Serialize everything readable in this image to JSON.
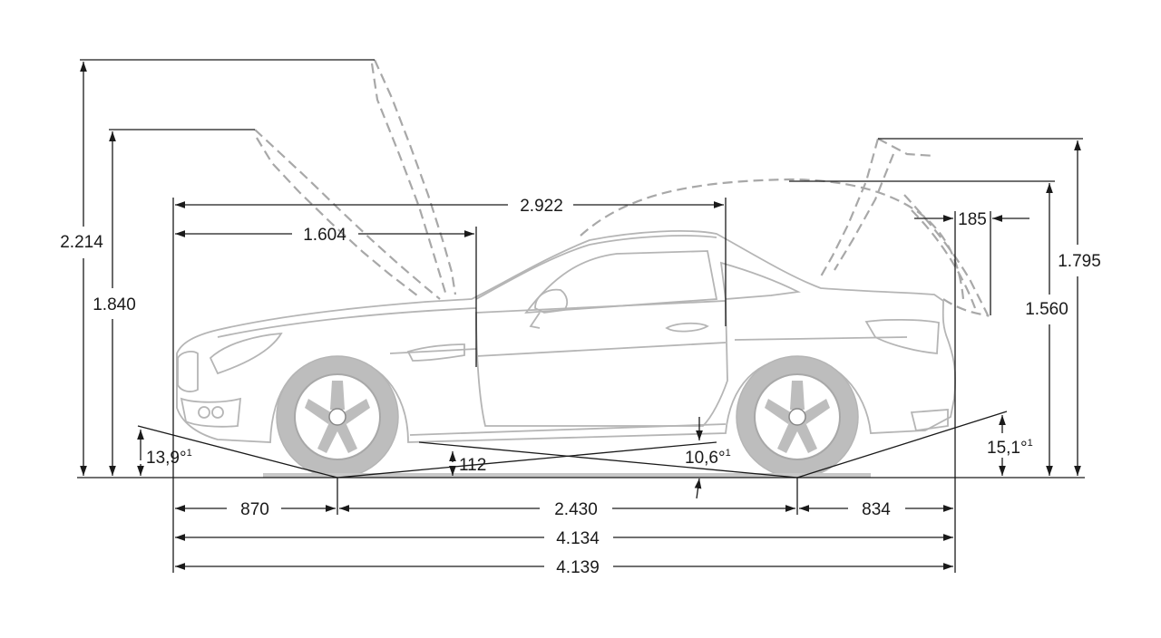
{
  "colors": {
    "dimension_line": "#1a1a1a",
    "car_outline": "#b5b5b5",
    "wheel_fill": "#bdbdbd",
    "dashed_outline": "#a8a8a8",
    "background": "#ffffff"
  },
  "dimensions": {
    "height_hood_open": "2.214",
    "height_hood_open_2": "1.840",
    "wheelbase_overhang_top": "2.922",
    "front_to_a_pillar": "1.604",
    "trunk_open_offset": "185",
    "height_trunk_open": "1.795",
    "height_vehicle": "1.560",
    "front_overhang": "870",
    "wheelbase": "2.430",
    "rear_overhang": "834",
    "length_1": "4.134",
    "length_2": "4.139",
    "ground_clearance": "112"
  },
  "angles": {
    "approach_angle": "13,9°",
    "approach_note": "1",
    "ramp_angle": "10,6°",
    "ramp_note": "1",
    "departure_angle": "15,1°",
    "departure_note": "1"
  }
}
